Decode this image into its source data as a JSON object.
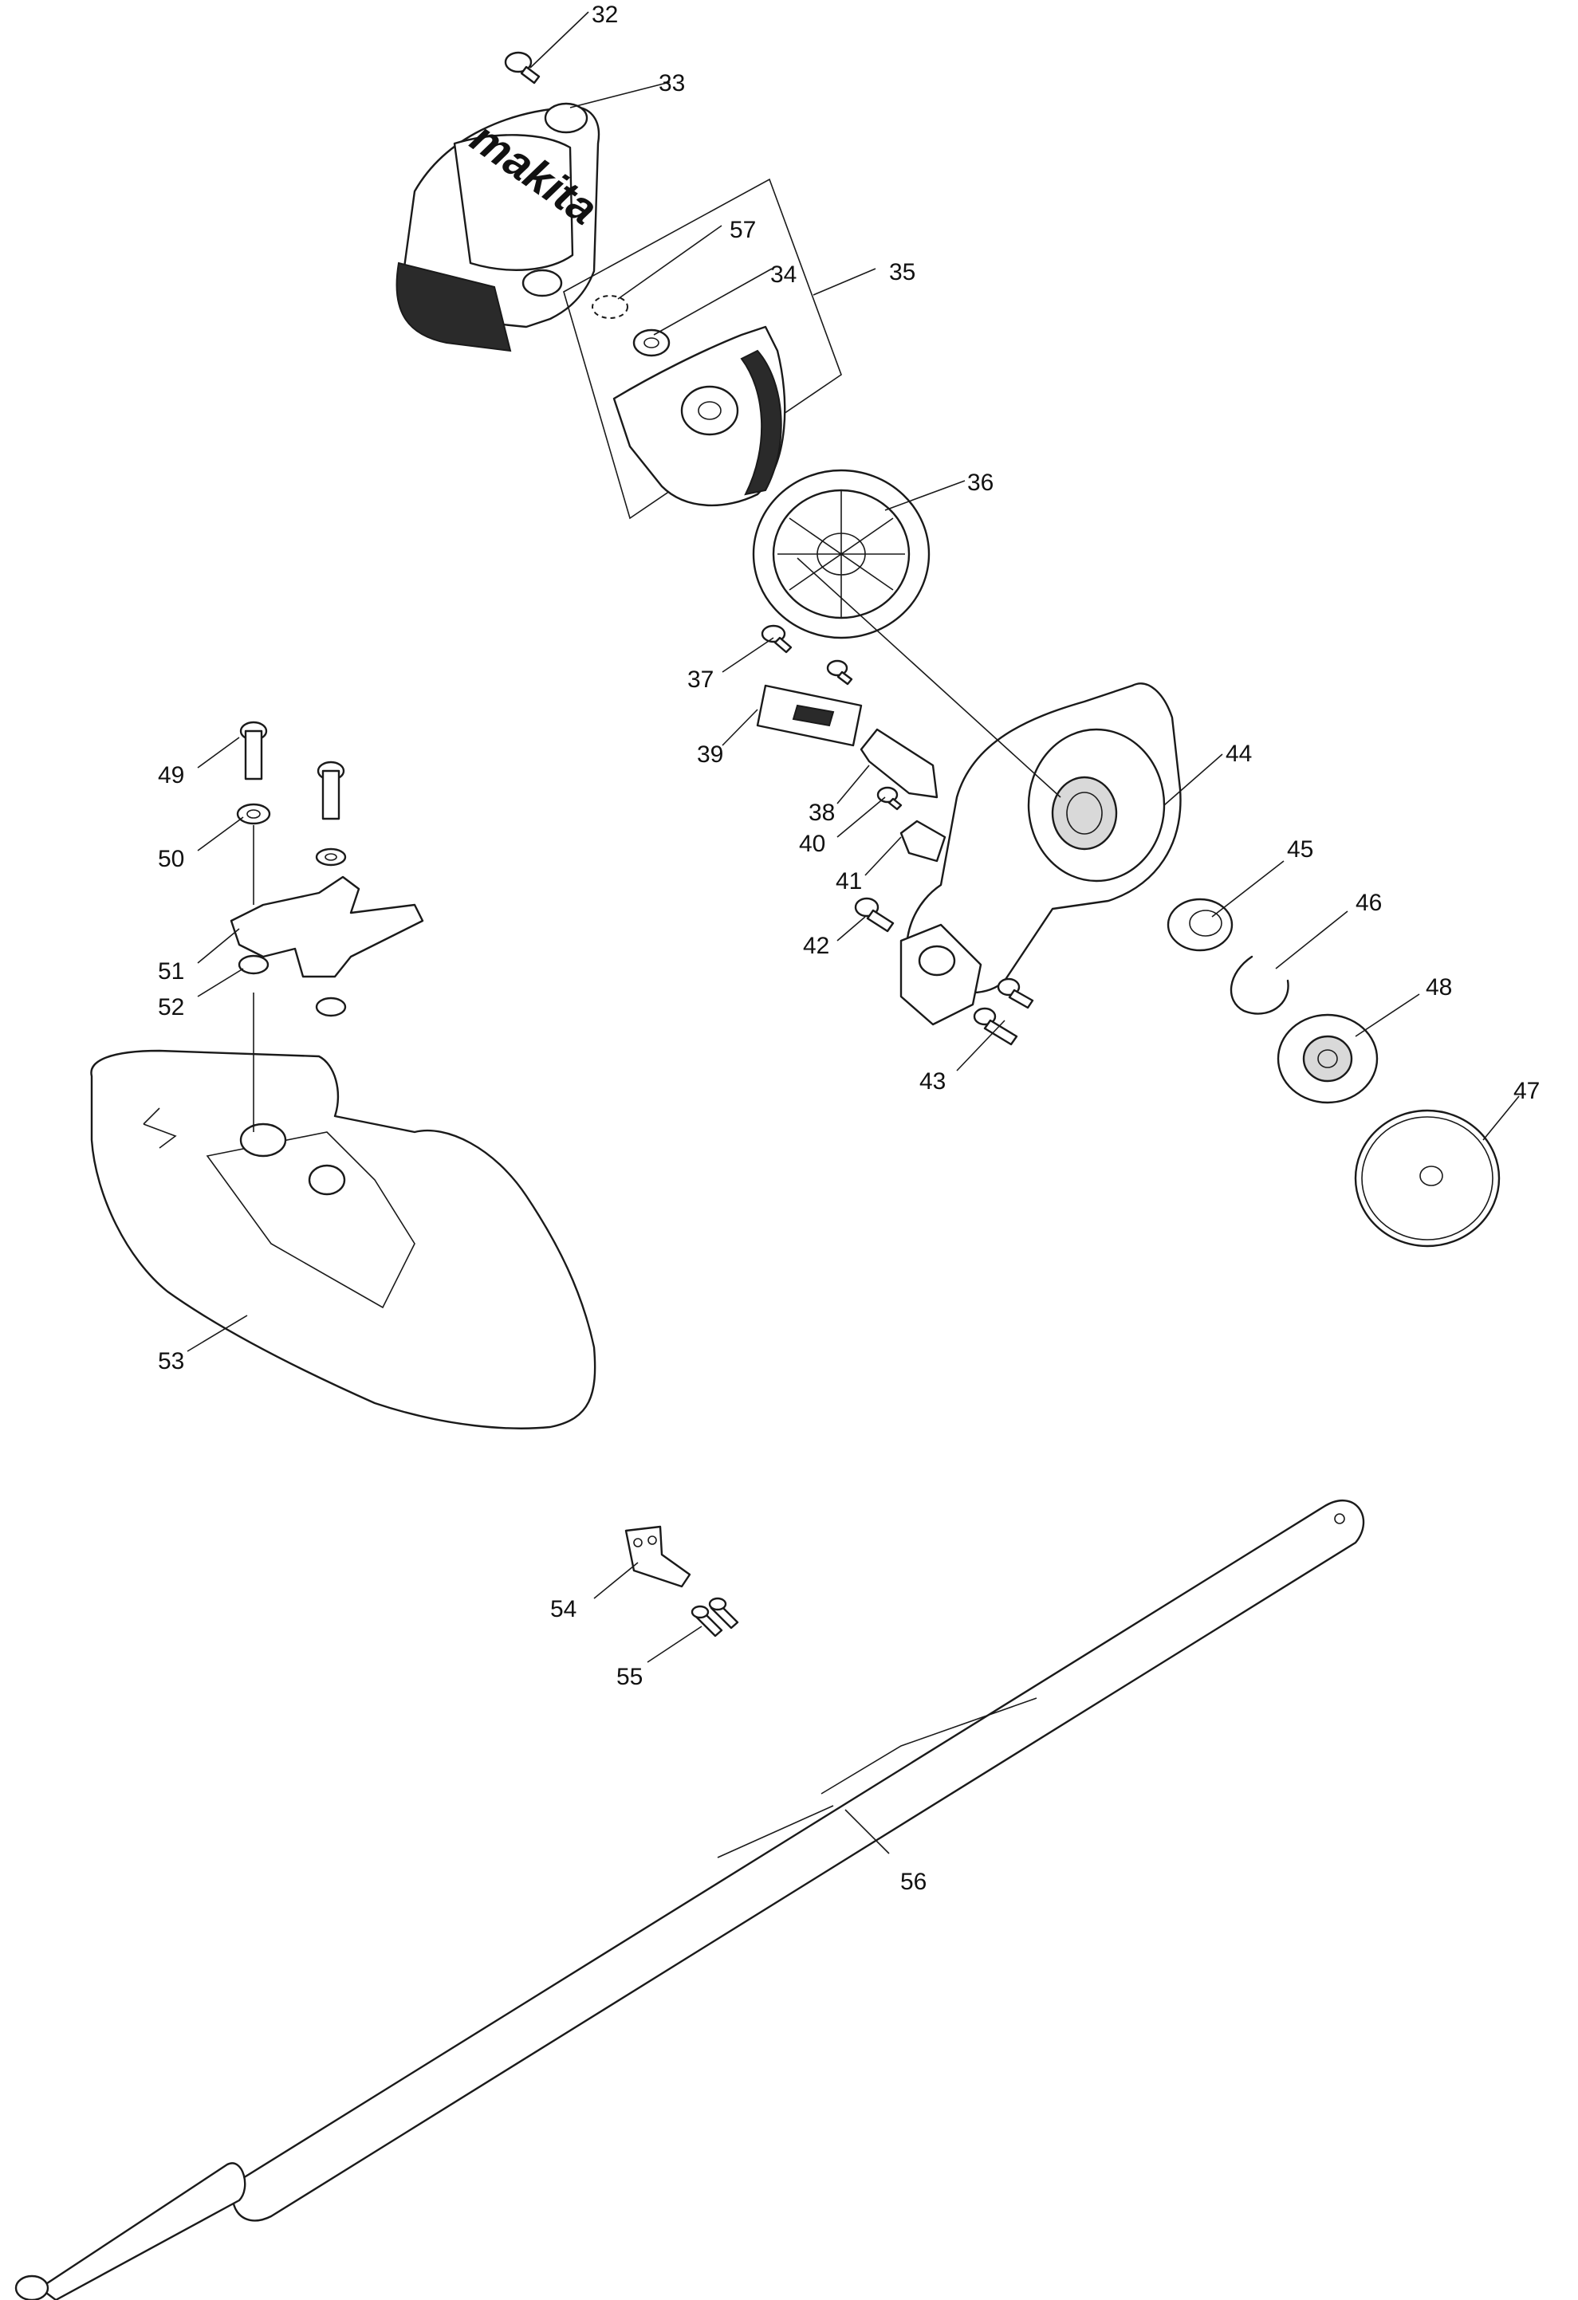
{
  "diagram": {
    "logo_text": "makita",
    "part_numbers": [
      "32",
      "33",
      "34",
      "35",
      "36",
      "37",
      "38",
      "39",
      "40",
      "41",
      "42",
      "43",
      "44",
      "45",
      "46",
      "47",
      "48",
      "49",
      "50",
      "51",
      "52",
      "53",
      "54",
      "55",
      "56",
      "57"
    ]
  }
}
